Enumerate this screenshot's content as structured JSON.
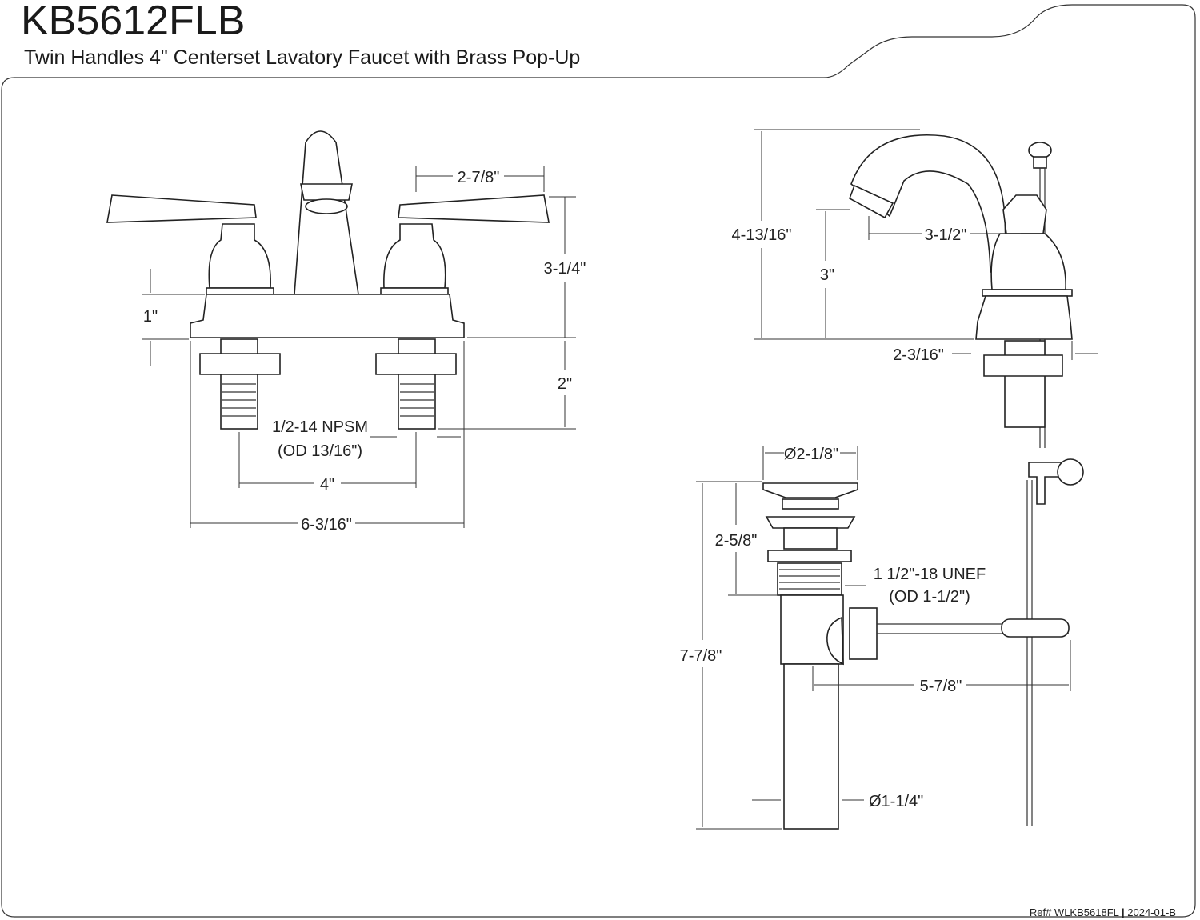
{
  "header": {
    "model": "KB5612FLB",
    "description": "Twin Handles 4\" Centerset Lavatory Faucet with Brass Pop-Up"
  },
  "footer": {
    "ref_label": "Ref# WLKB5618FL",
    "revision": "2024-01-B"
  },
  "front_view": {
    "handle_spread": "2-7/8\"",
    "body_height": "3-1/4\"",
    "handle_base_height": "1\"",
    "shank_length": "2\"",
    "thread_spec": "1/2-14 NPSM",
    "thread_od": "(OD 13/16\")",
    "center_spacing": "4\"",
    "base_width": "6-3/16\""
  },
  "side_view": {
    "total_height": "4-13/16\"",
    "spout_reach": "3-1/2\"",
    "spout_height": "3\"",
    "base_offset": "2-3/16\""
  },
  "drain_view": {
    "flange_diameter": "Ø2-1/8\"",
    "flange_height": "2-5/8\"",
    "thread_spec": "1 1/2\"-18 UNEF",
    "thread_od": "(OD 1-1/2\")",
    "total_length": "7-7/8\"",
    "rod_length": "5-7/8\"",
    "tail_diameter": "Ø1-1/4\""
  }
}
